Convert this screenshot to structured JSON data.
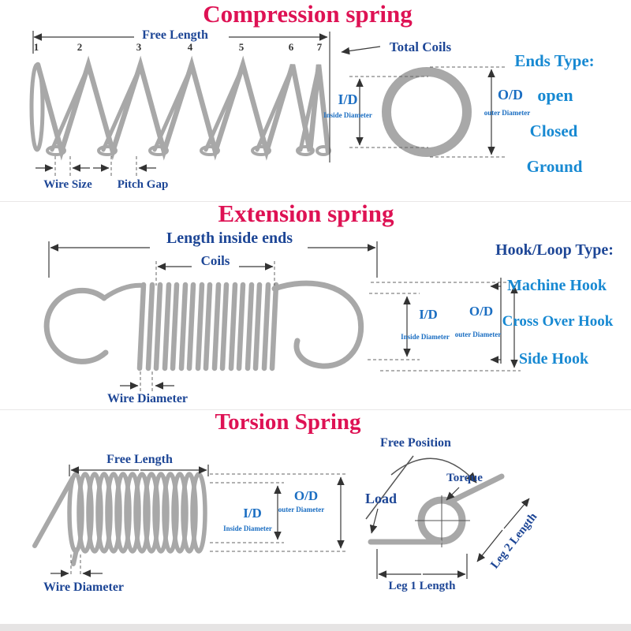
{
  "palette": {
    "title_crimson": "#de1254",
    "dim_blue": "#1d4696",
    "id_blue": "#1b6ec2",
    "type_cyan": "#1789d2",
    "spring_gray": "#a8a8a8",
    "line_dark": "#3a3a3a"
  },
  "compression": {
    "title": "Compression spring",
    "free_length_label": "Free Length",
    "coil_numbers": [
      "1",
      "2",
      "3",
      "4",
      "5",
      "6",
      "7"
    ],
    "wire_size_label": "Wire Size",
    "pitch_gap_label": "Pitch Gap",
    "total_coils_label": "Total Coils",
    "id_label": "I/D",
    "id_sublabel": "Inside Diameter",
    "od_label": "O/D",
    "od_sublabel": "outer Diameter",
    "ends_type_heading": "Ends Type:",
    "end_types": [
      "open",
      "Closed",
      "Ground"
    ]
  },
  "extension": {
    "title": "Extension spring",
    "length_inside_ends_label": "Length inside ends",
    "coils_label": "Coils",
    "id_label": "I/D",
    "id_sublabel": "Inside Diameter",
    "od_label": "O/D",
    "od_sublabel": "outer Diameter",
    "wire_diameter_label": "Wire Diameter",
    "hook_type_heading": "Hook/Loop Type:",
    "hook_types": [
      "Machine Hook",
      "Cross Over Hook",
      "Side Hook"
    ]
  },
  "torsion": {
    "title": "Torsion Spring",
    "free_length_label": "Free Length",
    "id_label": "I/D",
    "id_sublabel": "Inside Diameter",
    "od_label": "O/D",
    "od_sublabel": "outer Diameter",
    "wire_diameter_label": "Wire Diameter",
    "free_position_label": "Free Position",
    "torque_label": "Torque",
    "load_label": "Load",
    "leg1_label": "Leg 1 Length",
    "leg2_label": "Leg 2 Length"
  }
}
